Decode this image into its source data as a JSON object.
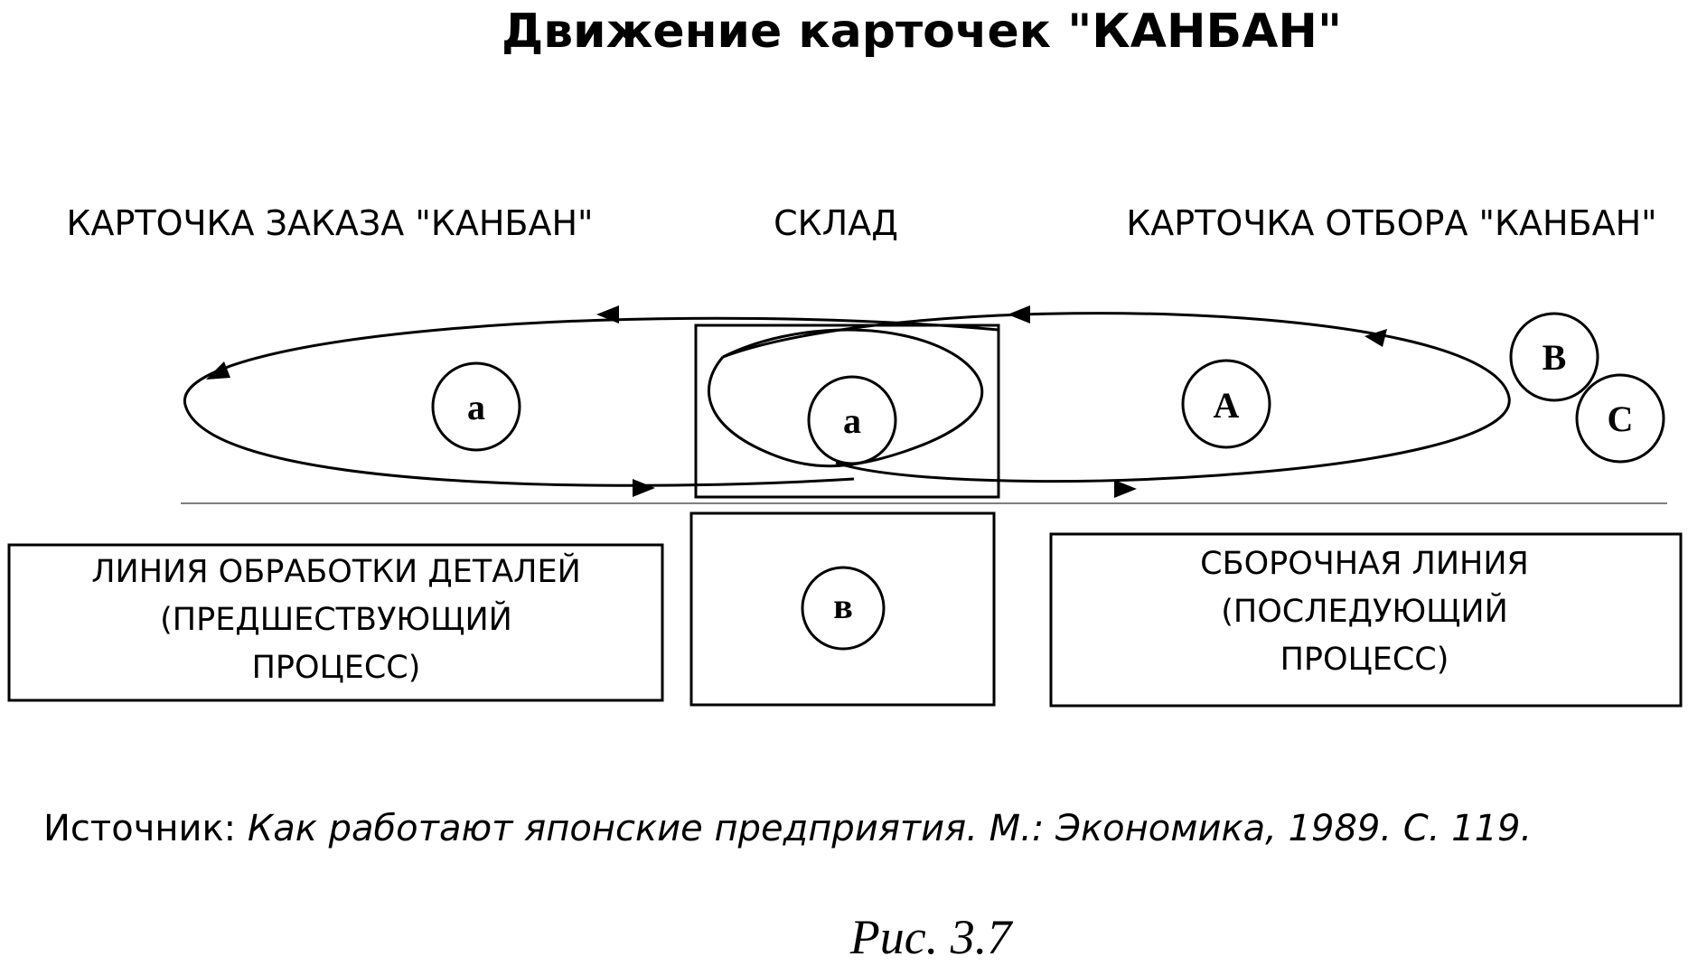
{
  "title": "Движение карточек \"КАНБАН\"",
  "headers": {
    "order_card": "КАРТОЧКА ЗАКАЗА \"КАНБАН\"",
    "warehouse": "СКЛАД",
    "pick_card": "КАРТОЧКА ОТБОРА \"КАНБАН\""
  },
  "cards": {
    "left_a": "a",
    "center_a": "a",
    "right_A": "A",
    "B": "B",
    "C": "C",
    "warehouse_b": "в"
  },
  "boxes": {
    "left": [
      "ЛИНИЯ ОБРАБОТКИ ДЕТАЛЕЙ",
      "(ПРЕДШЕСТВУЮЩИЙ",
      "ПРОЦЕСС)"
    ],
    "right": [
      "СБОРОЧНАЯ ЛИНИЯ",
      "(ПОСЛЕДУЮЩИЙ",
      "ПРОЦЕСС)"
    ]
  },
  "source": {
    "prefix": "Источник: ",
    "text": "Как работают японские предприятия. М.: Экономика, 1989. С. 119."
  },
  "figure_caption": "Рис. 3.7"
}
